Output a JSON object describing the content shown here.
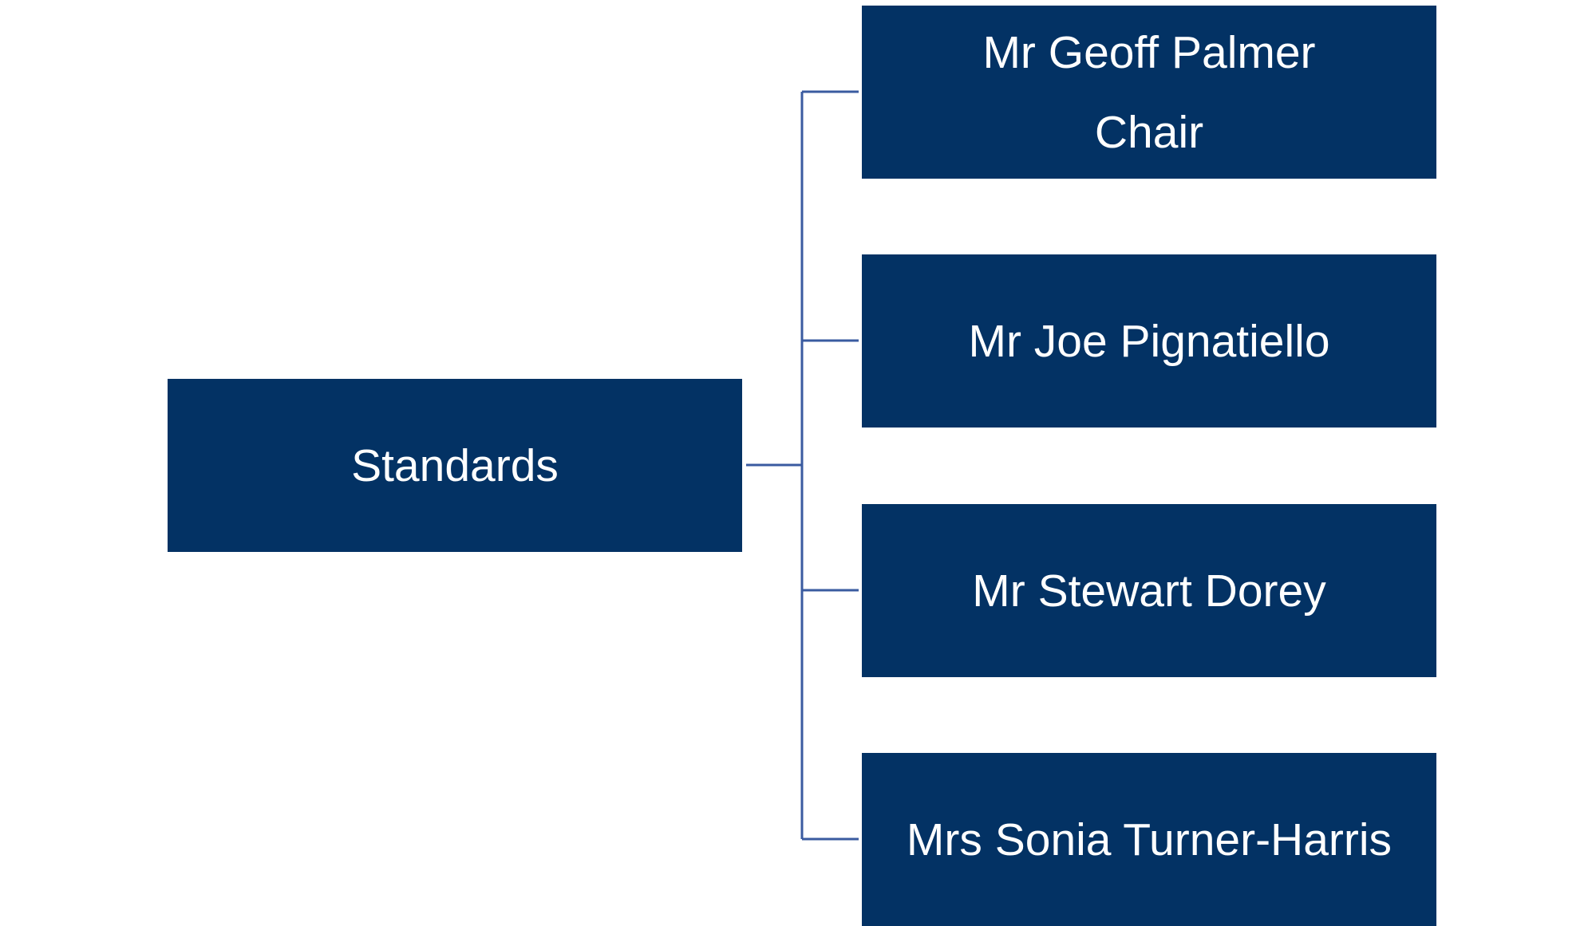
{
  "diagram": {
    "root": {
      "label": "Standards"
    },
    "members": [
      {
        "name": "Mr Geoff Palmer",
        "role": "Chair"
      },
      {
        "name": "Mr Joe Pignatiello",
        "role": ""
      },
      {
        "name": "Mr Stewart Dorey",
        "role": ""
      },
      {
        "name": "Mrs Sonia Turner-Harris",
        "role": ""
      }
    ],
    "colors": {
      "box_fill": "#033264",
      "box_text": "#ffffff",
      "connector": "#3a5ba0"
    }
  }
}
